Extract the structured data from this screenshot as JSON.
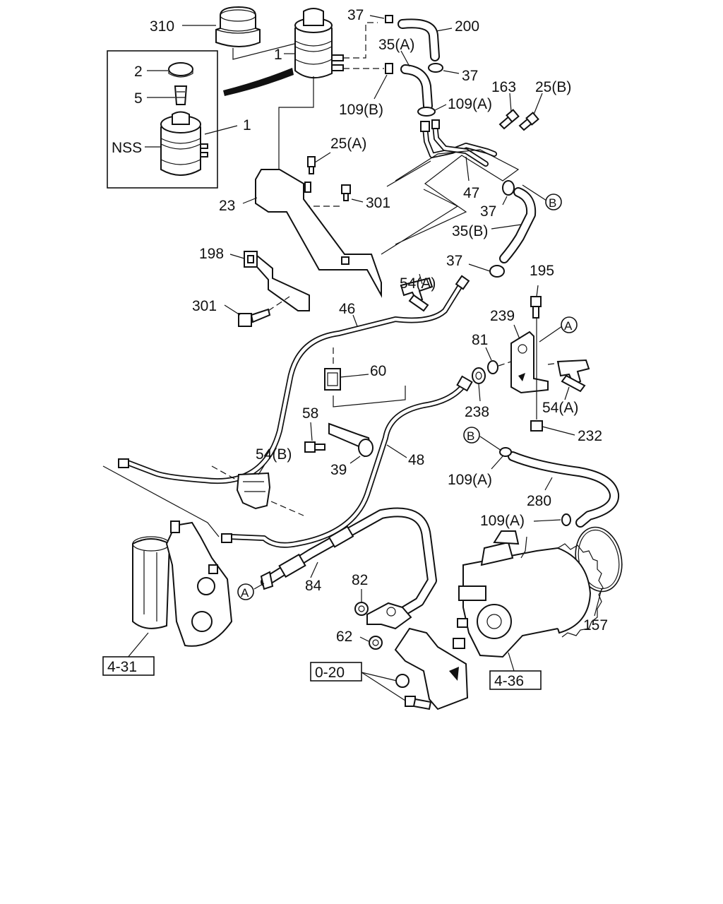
{
  "callouts": {
    "c310": "310",
    "c1_top": "1",
    "c37_top": "37",
    "c200": "200",
    "c35a": "35(A)",
    "c37_b": "37",
    "c2": "2",
    "c5": "5",
    "cNSS": "NSS",
    "c1_nss": "1",
    "c109b": "109(B)",
    "c109a_top": "109(A)",
    "c163": "163",
    "c25b": "25(B)",
    "c25a": "25(A)",
    "c23": "23",
    "c301_a": "301",
    "c47": "47",
    "c37_c": "37",
    "c35b": "35(B)",
    "c198": "198",
    "c54a_top": "54(A)",
    "c37_d": "37",
    "c195": "195",
    "c301_b": "301",
    "c46": "46",
    "c239": "239",
    "c81": "81",
    "c60": "60",
    "c238": "238",
    "c54a_right": "54(A)",
    "c58": "58",
    "c232": "232",
    "c54b": "54(B)",
    "c39": "39",
    "c48": "48",
    "c109a_mid": "109(A)",
    "c280": "280",
    "c109a_low": "109(A)",
    "c84": "84",
    "c82": "82",
    "c157": "157",
    "c62": "62",
    "ref431": "4-31",
    "ref020": "0-20",
    "ref436": "4-36"
  },
  "markers": {
    "B_top": "B",
    "A_right": "A",
    "B_mid": "B",
    "A_left": "A"
  }
}
